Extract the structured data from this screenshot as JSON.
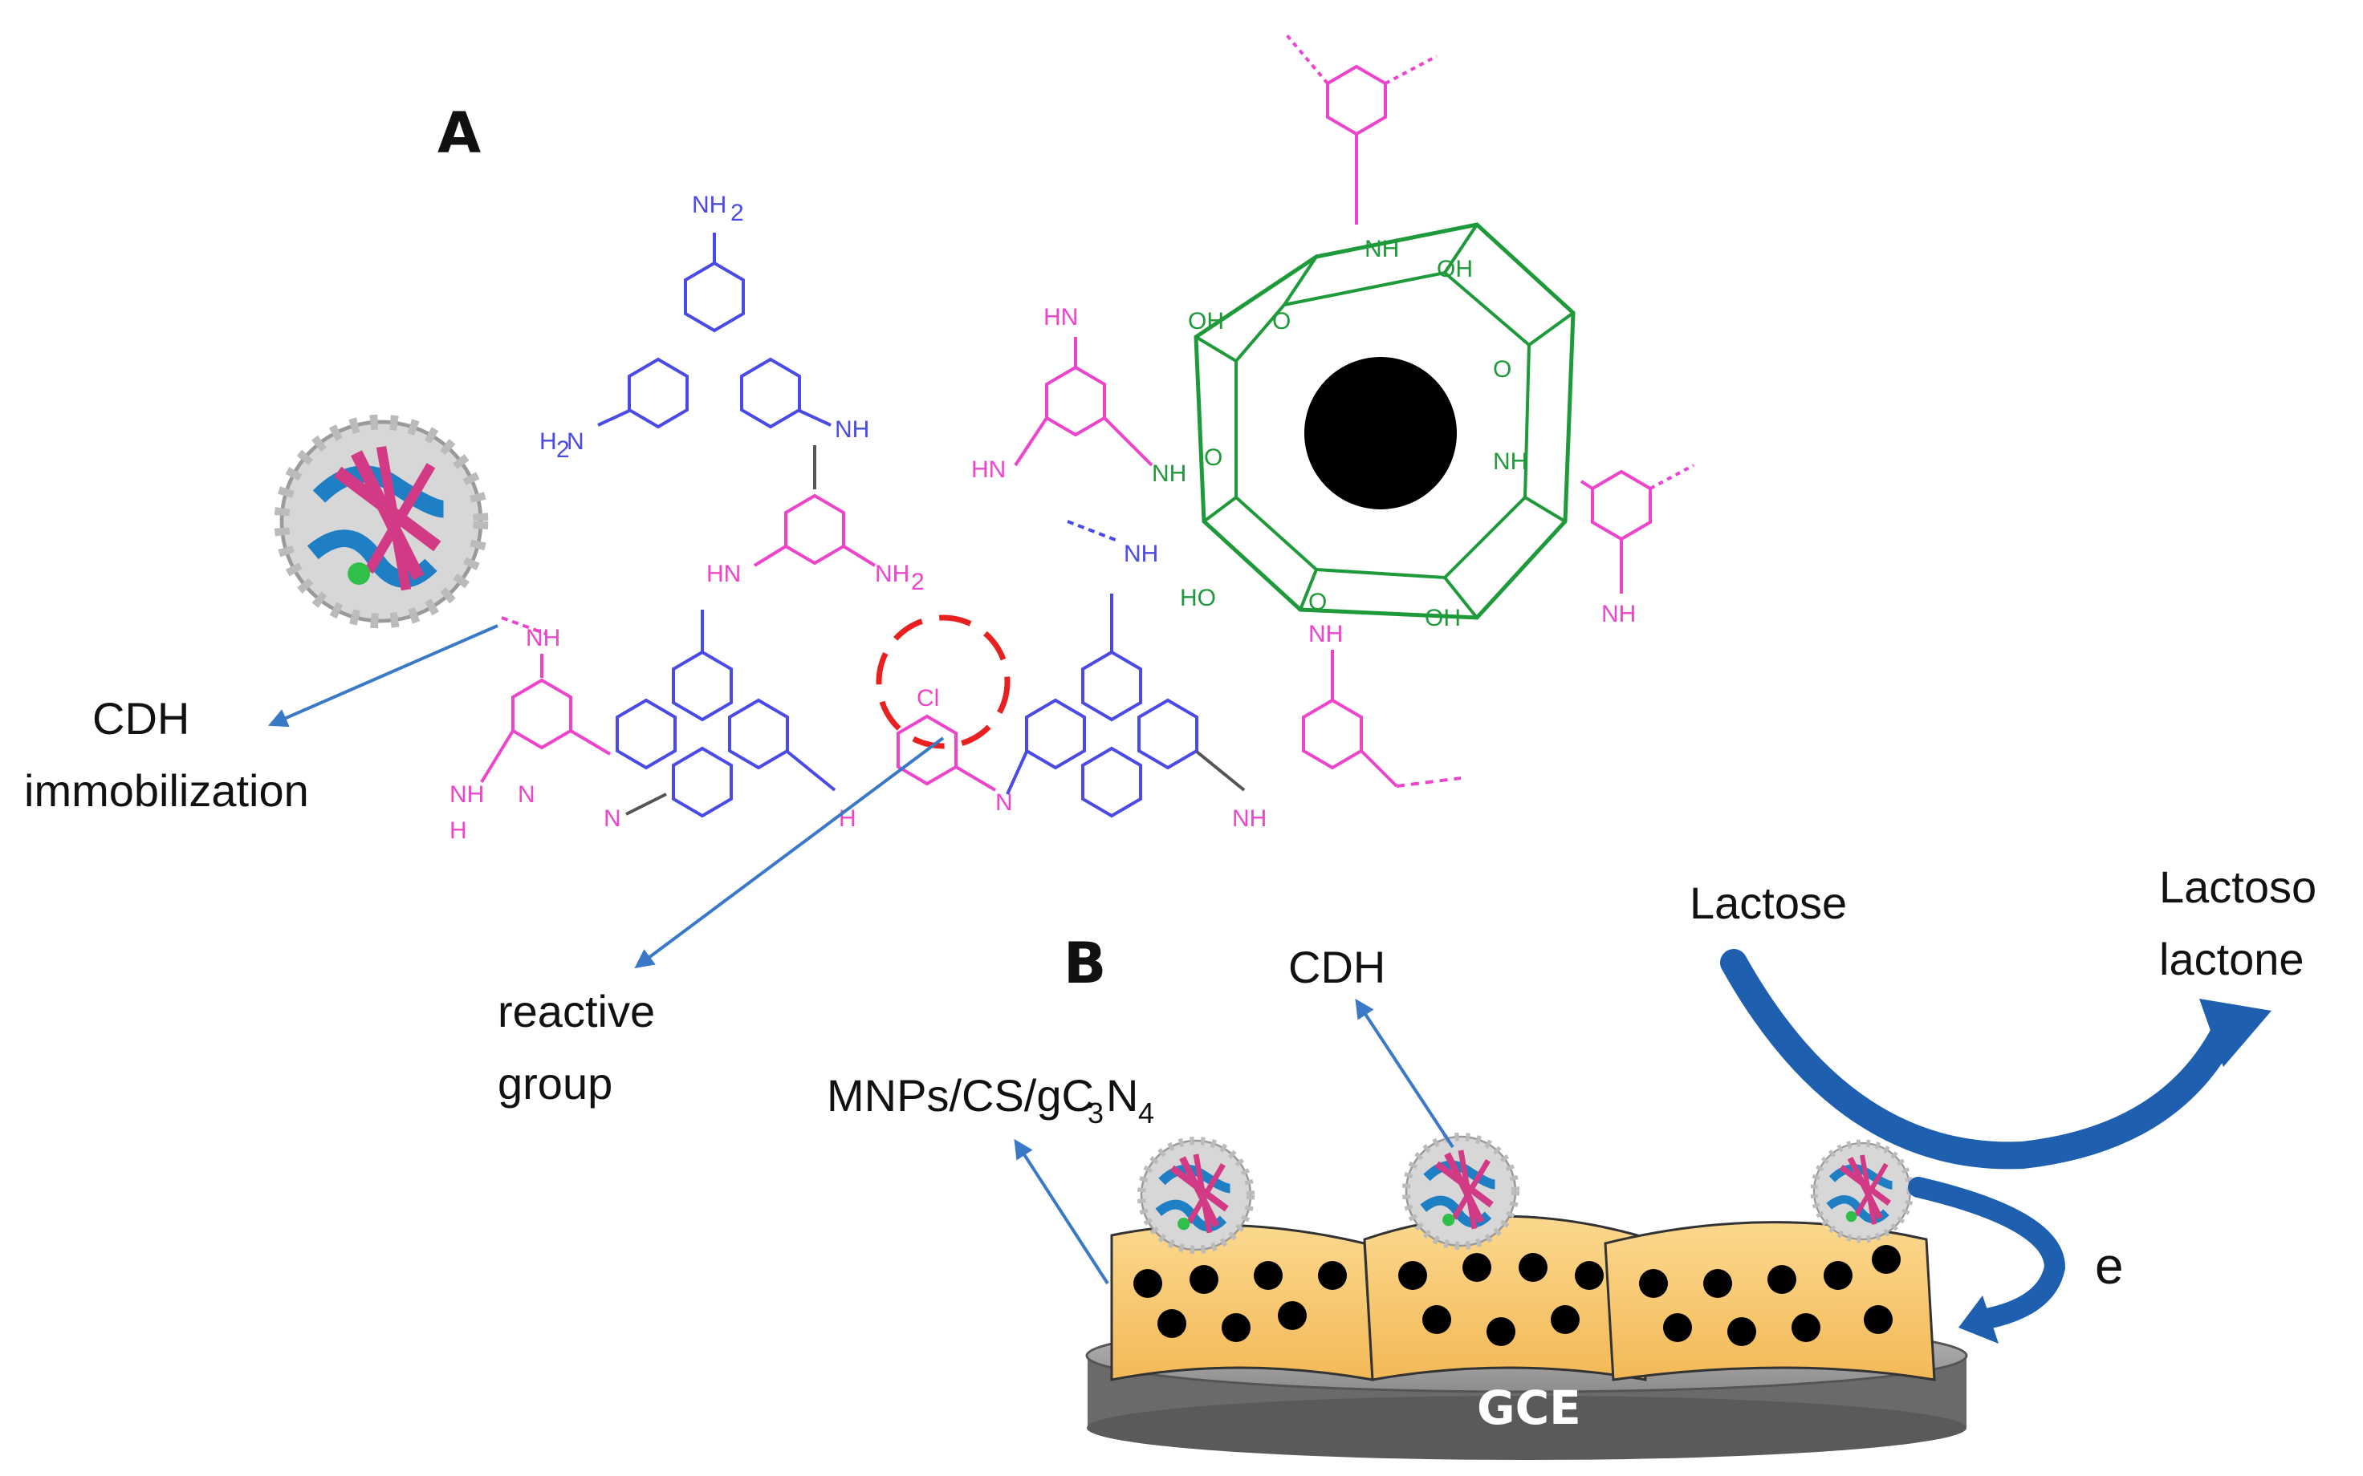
{
  "panels": {
    "a": "A",
    "b": "B"
  },
  "labels": {
    "cdh_immobilization_1": "CDH",
    "cdh_immobilization_2": "immobilization",
    "reactive_group_1": "reactive",
    "reactive_group_2": "group",
    "cdh": "CDH",
    "mnps_prefix": "MNPs/CS/gC",
    "mnps_sub1": "3",
    "mnps_n": "N",
    "mnps_sub2": "4",
    "lactose": "Lactose",
    "lactoso_1": "Lactoso",
    "lactoso_2": "lactone",
    "electron": "e",
    "gce": "GCE"
  },
  "chem": {
    "nh2": "NH",
    "nh2_sub": "2",
    "h2n": "H",
    "h2n_sub": "2",
    "h2n_n": "N",
    "n": "N",
    "nh": "NH",
    "hn": "HN",
    "h": "H",
    "cl": "Cl",
    "oh": "OH",
    "ho": "HO",
    "o": "O"
  },
  "colors": {
    "pink": "#ee44cc",
    "blue": "#4a4ae6",
    "green": "#1f9a3a",
    "arrow": "#3a78c8",
    "big_arrow": "#1e5fb0",
    "sheet": "#f8c670",
    "electrode": "#7a7a7a",
    "highlight": "#e82020"
  }
}
